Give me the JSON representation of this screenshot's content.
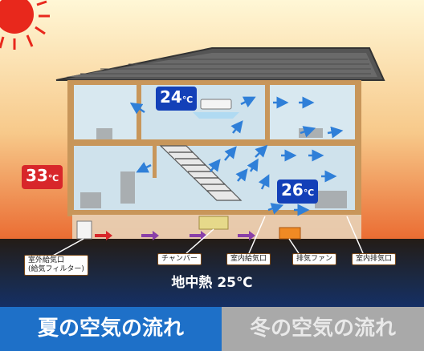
{
  "temps": {
    "outdoor": {
      "value": "33",
      "unit": "℃",
      "color": "#d8262a"
    },
    "upper_floor": {
      "value": "24",
      "unit": "℃",
      "color": "#1340b8"
    },
    "lower_floor": {
      "value": "26",
      "unit": "℃",
      "color": "#1340b8"
    }
  },
  "labels": {
    "outdoor_inlet": "室外給気口",
    "outdoor_inlet_sub": "(給気フィルター)",
    "chamber": "チャンバー",
    "indoor_supply": "室内給気口",
    "exhaust_fan": "排気ファン",
    "indoor_exhaust": "室内排気口"
  },
  "geothermal": "地中熱 25℃",
  "tabs": {
    "summer": "夏の空気の流れ",
    "winter": "冬の空気の流れ"
  },
  "colors": {
    "roof": "#5a5a5a",
    "frame": "#c8965a",
    "sky_top": "#fbf4d0",
    "sky_bottom": "#e8743a",
    "ground": "#201a16",
    "air_arrow": "#2f7fd8",
    "duct_arrow_red": "#d8262a",
    "duct_arrow_purple": "#8a3fa8",
    "exhaust_fan": "#f08a24"
  },
  "icons": [
    "sun-icon",
    "air-conditioner-icon",
    "air-flow-arrow-icon"
  ]
}
